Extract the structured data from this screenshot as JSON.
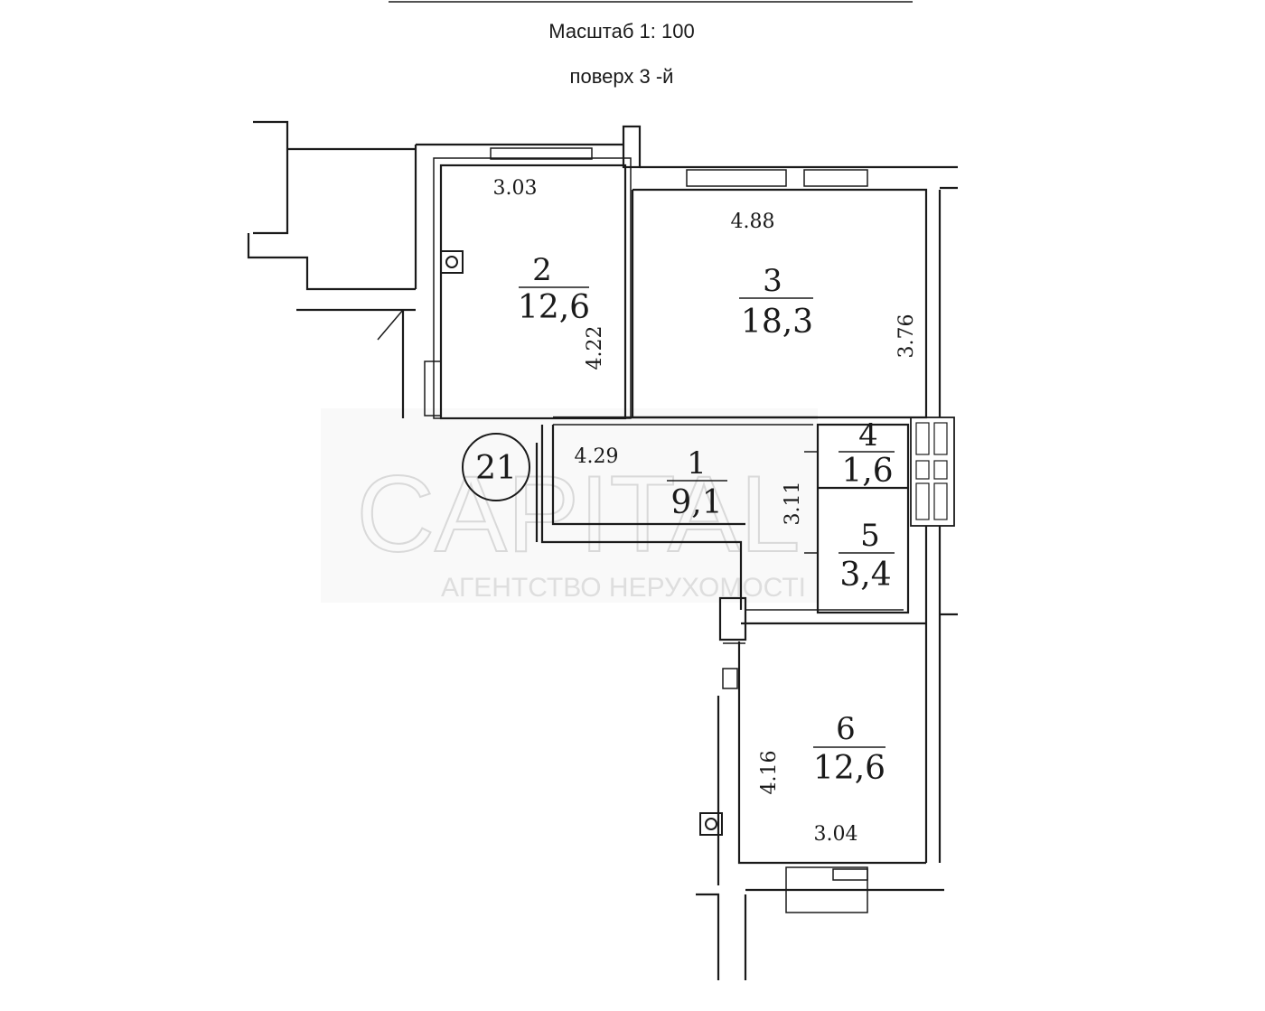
{
  "header": {
    "scale": "Масштаб 1: 100",
    "floor": "поверх  3 -й"
  },
  "apartment": {
    "number": "21"
  },
  "rooms": [
    {
      "id": "1",
      "area": "9,1"
    },
    {
      "id": "2",
      "area": "12,6"
    },
    {
      "id": "3",
      "area": "18,3"
    },
    {
      "id": "4",
      "area": "1,6"
    },
    {
      "id": "5",
      "area": "3,4"
    },
    {
      "id": "6",
      "area": "12,6"
    }
  ],
  "dimensions": {
    "room2_width": "3.03",
    "room2_depth": "4.22",
    "room3_width": "4.88",
    "room3_depth": "3.76",
    "room1_width": "4.29",
    "room1_depth": "3.11",
    "room6_depth": "4.16",
    "room6_width": "3.04"
  },
  "watermark": {
    "brand": "CAPITAL",
    "tagline": "АГЕНТСТВО НЕРУХОМОСТІ"
  }
}
